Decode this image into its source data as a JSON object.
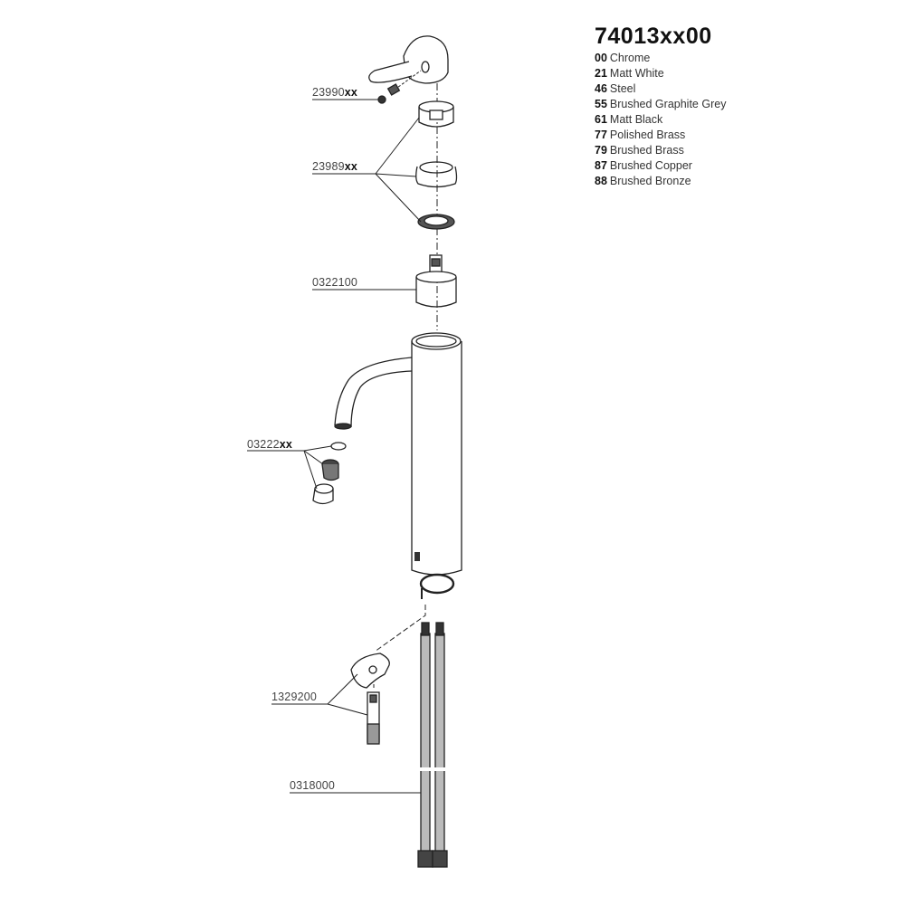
{
  "legend": {
    "model": "74013xx00",
    "finishes": [
      {
        "code": "00",
        "name": "Chrome"
      },
      {
        "code": "21",
        "name": "Matt White"
      },
      {
        "code": "46",
        "name": "Steel"
      },
      {
        "code": "55",
        "name": "Brushed Graphite Grey"
      },
      {
        "code": "61",
        "name": "Matt Black"
      },
      {
        "code": "77",
        "name": "Polished Brass"
      },
      {
        "code": "79",
        "name": "Brushed Brass"
      },
      {
        "code": "87",
        "name": "Brushed Copper"
      },
      {
        "code": "88",
        "name": "Brushed Bronze"
      }
    ]
  },
  "parts": {
    "screw": {
      "num": "23990",
      "suffix": "xx"
    },
    "trim_set": {
      "num": "23989",
      "suffix": "xx"
    },
    "cartridge": {
      "num": "0322100"
    },
    "aerator": {
      "num": "03222",
      "suffix": "xx"
    },
    "mounting": {
      "num": "1329200"
    },
    "hoses": {
      "num": "0318000"
    }
  }
}
